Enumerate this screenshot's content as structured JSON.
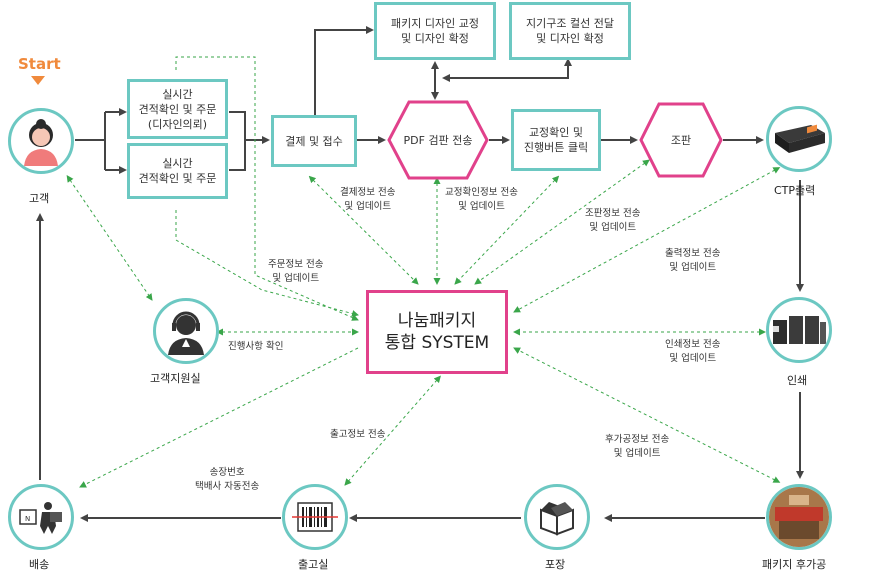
{
  "start_label": "Start",
  "boxes": {
    "quote_design": "실시간\n견적확인 및 주문\n(디자인의뢰)",
    "quote_order": "실시간\n견적확인 및 주문",
    "payment": "결제 및 접수",
    "package_design": "패키지 디자인 교정\n및 디자인 확정",
    "paper_structure": "지기구조 컬선 전달\n및 디자인 확정",
    "proof_confirm": "교정확인 및\n진행버튼 클릭"
  },
  "hexagons": {
    "pdf_check": "PDF 검판 전송",
    "imposition": "조판"
  },
  "central": {
    "line1": "나눔패키지",
    "line2": "통합 SYSTEM"
  },
  "nodes": {
    "customer": "고객",
    "support": "고객지원실",
    "ctp": "CTP출력",
    "print": "인쇄",
    "post": "패키지 후가공",
    "packing": "포장",
    "shipping_room": "출고실",
    "delivery": "배송"
  },
  "notes": {
    "payment_info": "결제정보 전송\n및 업데이트",
    "proof_info": "교정확인정보 전송\n및 업데이트",
    "imposition_info": "조판정보 전송\n및 업데이트",
    "order_info": "주문정보 전송\n및 업데이트",
    "output_info": "출력정보 전송\n및 업데이트",
    "progress_check": "진행사항 확인",
    "print_info": "인쇄정보 전송\n및 업데이트",
    "shipping_info": "출고정보 전송",
    "post_info": "후가공정보 전송\n및 업데이트",
    "tracking": "송장번호\n택배사 자동전송"
  },
  "colors": {
    "teal": "#6cc8c2",
    "magenta": "#e1418b",
    "dash": "#3aa64a",
    "arrow": "#444444",
    "start": "#f08a3c"
  }
}
